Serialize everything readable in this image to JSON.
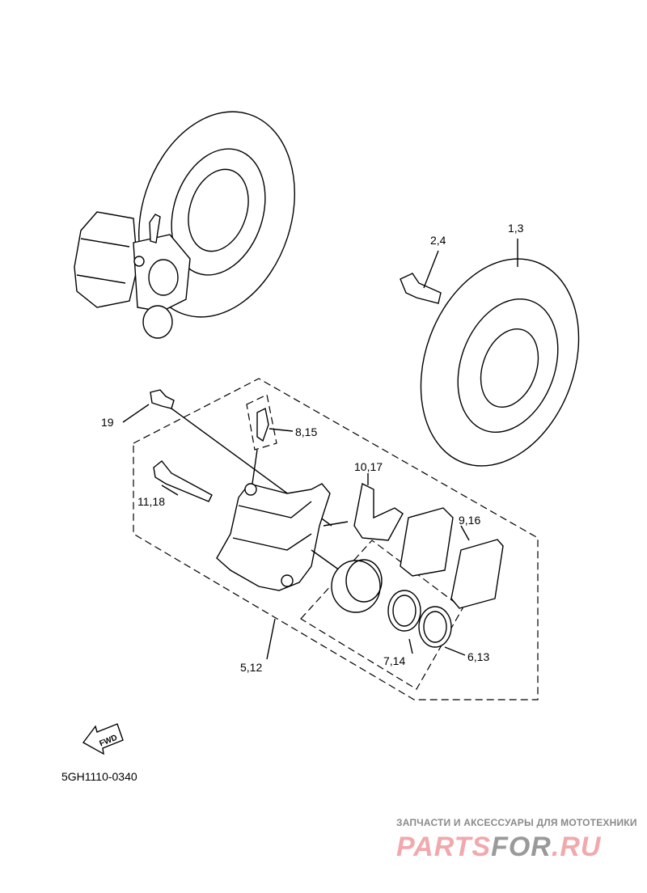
{
  "diagram": {
    "labels": {
      "disc_bolt": "2,4",
      "disc": "1,3",
      "bolt_19": "19",
      "bleed_screw": "8,15",
      "pad_spring": "10,17",
      "pin_bolt": "11,18",
      "pads": "9,16",
      "caliper": "5,12",
      "dust_seal": "7,14",
      "piston_seal": "6,13"
    },
    "fwd_arrow": "FWD",
    "diagram_code": "5GH1110-0340"
  },
  "watermark": {
    "tagline": "ЗАПЧАСТИ И АКСЕССУАРЫ ДЛЯ МОТОТЕХНИКИ",
    "brand_a": "PARTS",
    "brand_b": "FOR",
    "brand_c": ".RU",
    "colors": {
      "pink": "#f1a9ad",
      "gray": "#9a9a9a"
    }
  }
}
